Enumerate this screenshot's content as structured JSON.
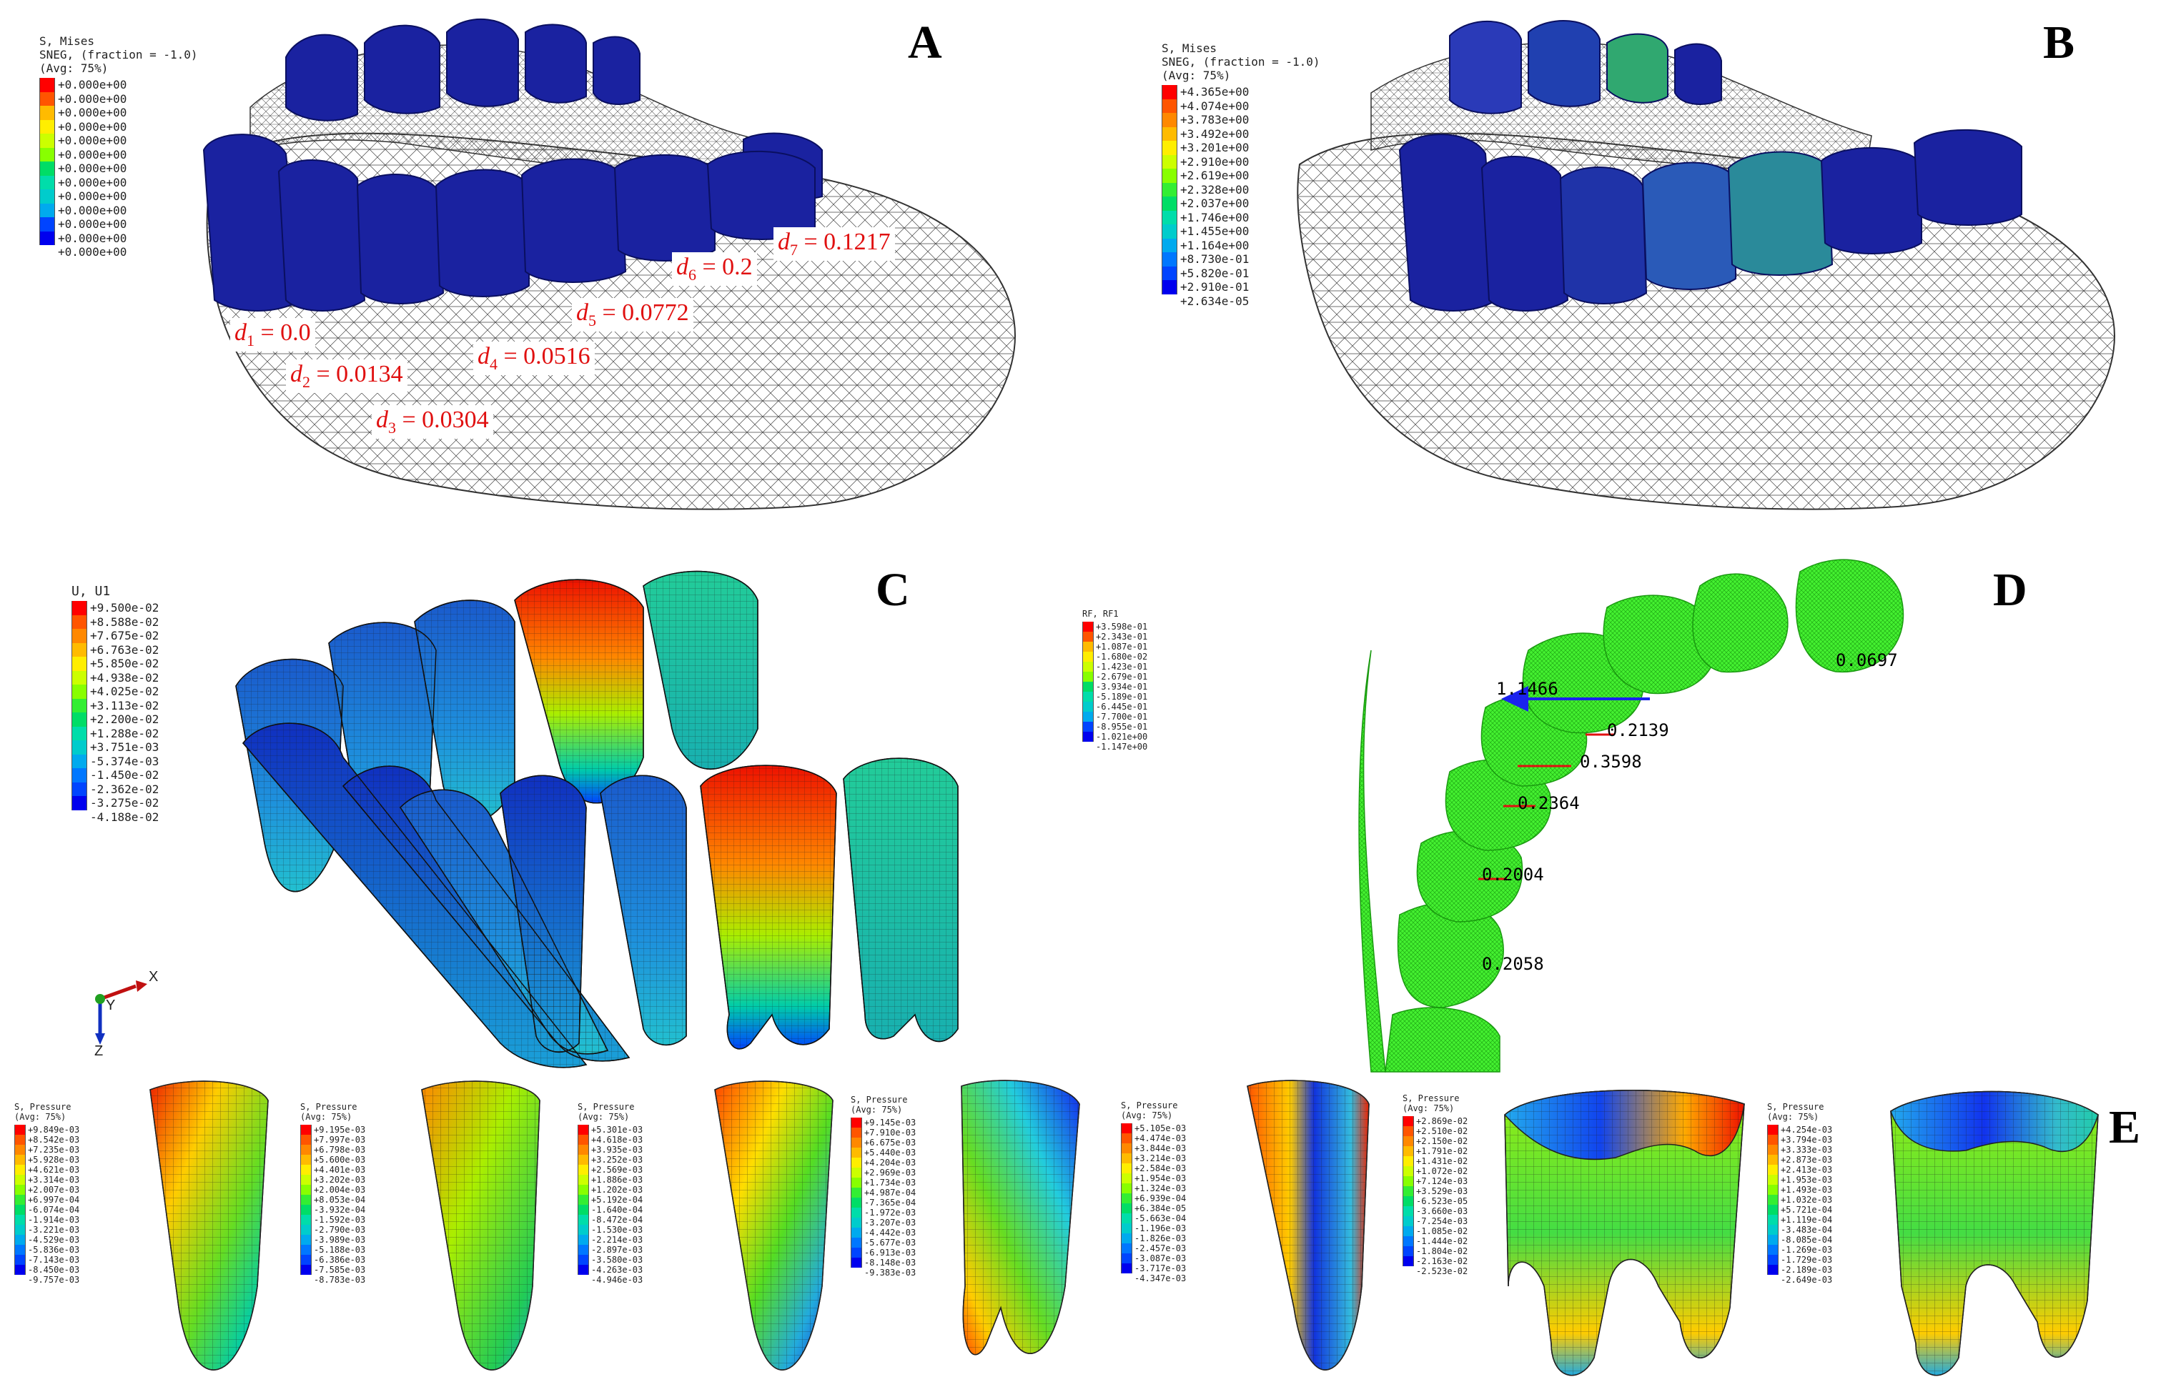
{
  "panels": {
    "a": {
      "label": "A",
      "legend": {
        "title_lines": [
          "S, Mises",
          "SNEG, (fraction = -1.0)",
          "(Avg: 75%)"
        ],
        "values": [
          "+0.000e+00",
          "+0.000e+00",
          "+0.000e+00",
          "+0.000e+00",
          "+0.000e+00",
          "+0.000e+00",
          "+0.000e+00",
          "+0.000e+00",
          "+0.000e+00",
          "+0.000e+00",
          "+0.000e+00",
          "+0.000e+00",
          "+0.000e+00"
        ]
      },
      "distances": [
        {
          "sub": "1",
          "value": "0.0"
        },
        {
          "sub": "2",
          "value": "0.0134"
        },
        {
          "sub": "3",
          "value": "0.0304"
        },
        {
          "sub": "4",
          "value": "0.0516"
        },
        {
          "sub": "5",
          "value": "0.0772"
        },
        {
          "sub": "6",
          "value": "0.2"
        },
        {
          "sub": "7",
          "value": "0.1217"
        }
      ],
      "distance_symbol": "d",
      "equals": "= "
    },
    "b": {
      "label": "B",
      "legend": {
        "title_lines": [
          "S, Mises",
          "SNEG, (fraction = -1.0)",
          "(Avg: 75%)"
        ],
        "values": [
          "+4.365e+00",
          "+4.074e+00",
          "+3.783e+00",
          "+3.492e+00",
          "+3.201e+00",
          "+2.910e+00",
          "+2.619e+00",
          "+2.328e+00",
          "+2.037e+00",
          "+1.746e+00",
          "+1.455e+00",
          "+1.164e+00",
          "+8.730e-01",
          "+5.820e-01",
          "+2.910e-01",
          "+2.634e-05"
        ]
      }
    },
    "c": {
      "label": "C",
      "legend": {
        "title_lines": [
          "U, U1"
        ],
        "values": [
          "+9.500e-02",
          "+8.588e-02",
          "+7.675e-02",
          "+6.763e-02",
          "+5.850e-02",
          "+4.938e-02",
          "+4.025e-02",
          "+3.113e-02",
          "+2.200e-02",
          "+1.288e-02",
          "+3.751e-03",
          "-5.374e-03",
          "-1.450e-02",
          "-2.362e-02",
          "-3.275e-02",
          "-4.188e-02"
        ]
      },
      "axes": {
        "x": "X",
        "y": "Y",
        "z": "Z"
      }
    },
    "d": {
      "label": "D",
      "legend": {
        "title_lines": [
          "RF, RF1"
        ],
        "values": [
          "+3.598e-01",
          "+2.343e-01",
          "+1.087e-01",
          "-1.680e-02",
          "-1.423e-01",
          "-2.679e-01",
          "-3.934e-01",
          "-5.189e-01",
          "-6.445e-01",
          "-7.700e-01",
          "-8.955e-01",
          "-1.021e+00",
          "-1.147e+00"
        ]
      },
      "forces": [
        "1.1466",
        "0.0697",
        "0.2139",
        "0.3598",
        "0.2364",
        "0.2004",
        "0.2058"
      ]
    },
    "e": {
      "label": "E",
      "legends": [
        {
          "title_lines": [
            "S, Pressure",
            "(Avg: 75%)"
          ],
          "values": [
            "+9.849e-03",
            "+8.542e-03",
            "+7.235e-03",
            "+5.928e-03",
            "+4.621e-03",
            "+3.314e-03",
            "+2.007e-03",
            "+6.997e-04",
            "-6.074e-04",
            "-1.914e-03",
            "-3.221e-03",
            "-4.529e-03",
            "-5.836e-03",
            "-7.143e-03",
            "-8.450e-03",
            "-9.757e-03"
          ]
        },
        {
          "title_lines": [
            "S, Pressure",
            "(Avg: 75%)"
          ],
          "values": [
            "+9.195e-03",
            "+7.997e-03",
            "+6.798e-03",
            "+5.600e-03",
            "+4.401e-03",
            "+3.202e-03",
            "+2.004e-03",
            "+8.053e-04",
            "-3.932e-04",
            "-1.592e-03",
            "-2.790e-03",
            "-3.989e-03",
            "-5.188e-03",
            "-6.386e-03",
            "-7.585e-03",
            "-8.783e-03"
          ]
        },
        {
          "title_lines": [
            "S, Pressure",
            "(Avg: 75%)"
          ],
          "values": [
            "+5.301e-03",
            "+4.618e-03",
            "+3.935e-03",
            "+3.252e-03",
            "+2.569e-03",
            "+1.886e-03",
            "+1.202e-03",
            "+5.192e-04",
            "-1.640e-04",
            "-8.472e-04",
            "-1.530e-03",
            "-2.214e-03",
            "-2.897e-03",
            "-3.580e-03",
            "-4.263e-03",
            "-4.946e-03"
          ]
        },
        {
          "title_lines": [
            "S, Pressure",
            "(Avg: 75%)"
          ],
          "values": [
            "+9.145e-03",
            "+7.910e-03",
            "+6.675e-03",
            "+5.440e-03",
            "+4.204e-03",
            "+2.969e-03",
            "+1.734e-03",
            "+4.987e-04",
            "-7.365e-04",
            "-1.972e-03",
            "-3.207e-03",
            "-4.442e-03",
            "-5.677e-03",
            "-6.913e-03",
            "-8.148e-03",
            "-9.383e-03"
          ]
        },
        {
          "title_lines": [
            "S, Pressure",
            "(Avg: 75%)"
          ],
          "values": [
            "+5.105e-03",
            "+4.474e-03",
            "+3.844e-03",
            "+3.214e-03",
            "+2.584e-03",
            "+1.954e-03",
            "+1.324e-03",
            "+6.939e-04",
            "+6.384e-05",
            "-5.663e-04",
            "-1.196e-03",
            "-1.826e-03",
            "-2.457e-03",
            "-3.087e-03",
            "-3.717e-03",
            "-4.347e-03"
          ]
        },
        {
          "title_lines": [
            "S, Pressure",
            "(Avg: 75%)"
          ],
          "values": [
            "+2.869e-02",
            "+2.510e-02",
            "+2.150e-02",
            "+1.791e-02",
            "+1.431e-02",
            "+1.072e-02",
            "+7.124e-03",
            "+3.529e-03",
            "-6.523e-05",
            "-3.660e-03",
            "-7.254e-03",
            "-1.085e-02",
            "-1.444e-02",
            "-1.804e-02",
            "-2.163e-02",
            "-2.523e-02"
          ]
        },
        {
          "title_lines": [
            "S, Pressure",
            "(Avg: 75%)"
          ],
          "values": [
            "+4.254e-03",
            "+3.794e-03",
            "+3.333e-03",
            "+2.873e-03",
            "+2.413e-03",
            "+1.953e-03",
            "+1.493e-03",
            "+1.032e-03",
            "+5.721e-04",
            "+1.119e-04",
            "-3.483e-04",
            "-8.085e-04",
            "-1.269e-03",
            "-1.729e-03",
            "-2.189e-03",
            "-2.649e-03"
          ]
        }
      ]
    }
  },
  "colors": {
    "contour": [
      "#ff0000",
      "#ff5500",
      "#ff8800",
      "#ffbb00",
      "#ffee00",
      "#ccff00",
      "#88ff00",
      "#33ee33",
      "#00dd66",
      "#00ddaa",
      "#00cccc",
      "#00aaee",
      "#0077ff",
      "#0044ff",
      "#0000ee"
    ],
    "mesh_line": "#333333",
    "tooth_blue": "#1a22a0",
    "label_red": "#e01010",
    "rf_green": "#33ee22",
    "arrow_blue": "#1a22ee"
  }
}
